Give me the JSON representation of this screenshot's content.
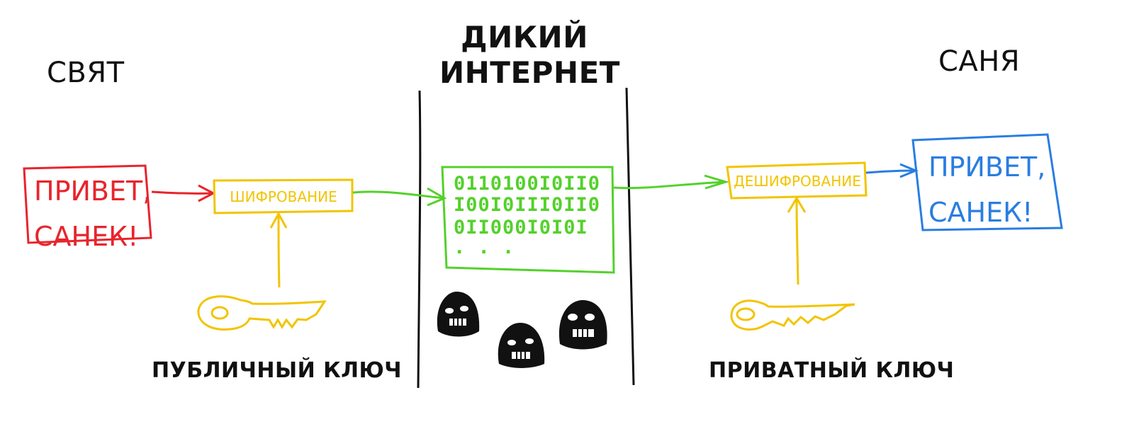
{
  "sender": {
    "name": "СВЯТ",
    "message_line1": "ПРИВЕТ,",
    "message_line2": "САНЕК!",
    "message_color": "#e8242c"
  },
  "receiver": {
    "name": "САНЯ",
    "message_line1": "ПРИВЕТ,",
    "message_line2": "САНЕК!",
    "message_color": "#2a7de1"
  },
  "internet": {
    "title_line1": "ДИКИЙ",
    "title_line2": "ИНТЕРНЕТ",
    "binary_lines": [
      "0110100I0II0",
      "I00I0III0II0",
      "0II000I0I0I",
      ". . ."
    ],
    "binary_color": "#53d12b"
  },
  "encryption": {
    "label": "ШИФРОВАНИЕ",
    "key_caption": "ПУБЛИЧНЫЙ КЛЮЧ"
  },
  "decryption": {
    "label": "ДЕШИФРОВАНИЕ",
    "key_caption": "ПРИВАТНЫЙ КЛЮЧ"
  },
  "colors": {
    "key_yellow": "#f2c400",
    "arrow_red": "#e8242c",
    "arrow_green": "#53d12b",
    "arrow_blue": "#2a7de1",
    "ink": "#111111"
  },
  "icons": {
    "public_key": "key-icon",
    "private_key": "key-icon",
    "hackers": "masked-hacker-icon"
  }
}
